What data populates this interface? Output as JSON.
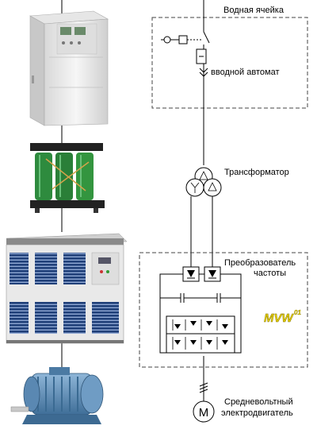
{
  "diagram": {
    "labels": {
      "water_cell": "Водная ячейка",
      "input_breaker": "вводной автомат",
      "transformer": "Трансформатор",
      "converter_line1": "Преобразователь",
      "converter_line2": "частоты",
      "mvw_logo": "MVW",
      "mvw_suffix": "01",
      "motor_line1": "Средневольтный",
      "motor_line2": "электродвигатель",
      "motor_symbol": "M"
    },
    "equipment": [
      {
        "id": "switchgear-cabinet",
        "icon": "switchgear-cabinet"
      },
      {
        "id": "transformer",
        "icon": "dry-type-transformer"
      },
      {
        "id": "frequency-converter",
        "icon": "converter-cabinet"
      },
      {
        "id": "motor",
        "icon": "electric-motor"
      }
    ],
    "colors": {
      "cabinet_body": "#eeeeee",
      "transformer_green": "#2e8b3e",
      "converter_blue": "#2d4f8a",
      "motor_blue": "#5f8fb8",
      "logo_yellow": "#e8d200"
    }
  }
}
